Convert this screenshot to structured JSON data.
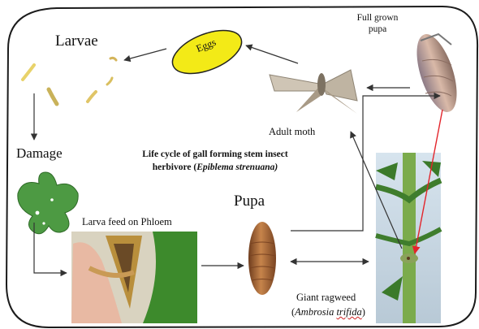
{
  "labels": {
    "larvae": "Larvae",
    "eggs": "Eggs",
    "full_grown_pupa_line1": "Full grown",
    "full_grown_pupa_line2": "pupa",
    "adult_moth": "Adult moth",
    "damage": "Damage",
    "title_line1": "Life cycle of gall forming stem insect",
    "title_line2_prefix": "herbivore (",
    "title_line2_species": "Epiblema strenuana)",
    "pupa": "Pupa",
    "larva_feed": "Larva feed on Phloem",
    "giant_ragweed": "Giant ragweed",
    "host_open": "(",
    "host_genus": "Ambrosia",
    "host_epithet": "trifida",
    "host_close": ")"
  },
  "colors": {
    "egg_fill": "#f3ea17",
    "arrow": "#333333",
    "red_arrow": "#e3242b",
    "frame": "#1b1b1b",
    "leaf": "#4d9a43",
    "pupa_brown": "#b3713f"
  }
}
